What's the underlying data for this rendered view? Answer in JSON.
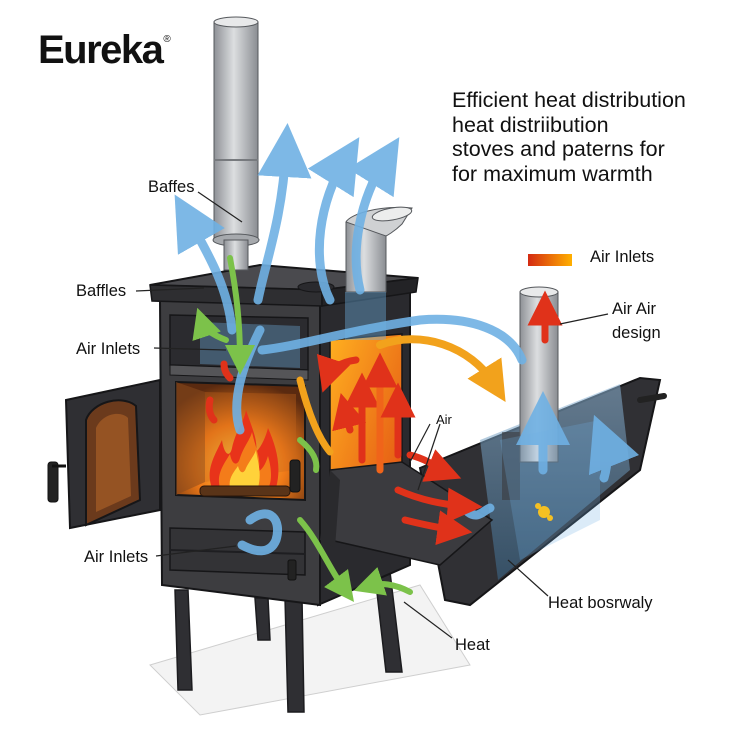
{
  "brand": {
    "name": "Eureka",
    "mark": "®"
  },
  "headline": {
    "lines": [
      "Efficient heat distribution",
      "heat distriibution",
      "stoves and paterns for",
      "for maximum warmth"
    ]
  },
  "legend": {
    "label": "Air Inlets",
    "swatch_colors": [
      "#d42a12",
      "#ffb000"
    ]
  },
  "labels": {
    "baffes": "Baffes",
    "baffles": "Baffles",
    "air_inlets_upper": "Air Inlets",
    "air_inlets_lower": "Air Inlets",
    "air_air": "Air Air",
    "design": "design",
    "air": "Air",
    "heat_bosrwaly": "Heat bosrwaly",
    "heat": "Heat"
  },
  "colors": {
    "stove_body": "#3d3d40",
    "stove_dark": "#26262a",
    "pipe": "#b9bcc0",
    "blue_flow": "#6fb1e4",
    "warm_flow_start": "#e0321a",
    "warm_flow_end": "#ffc21a",
    "green_flow": "#7cc24a"
  }
}
